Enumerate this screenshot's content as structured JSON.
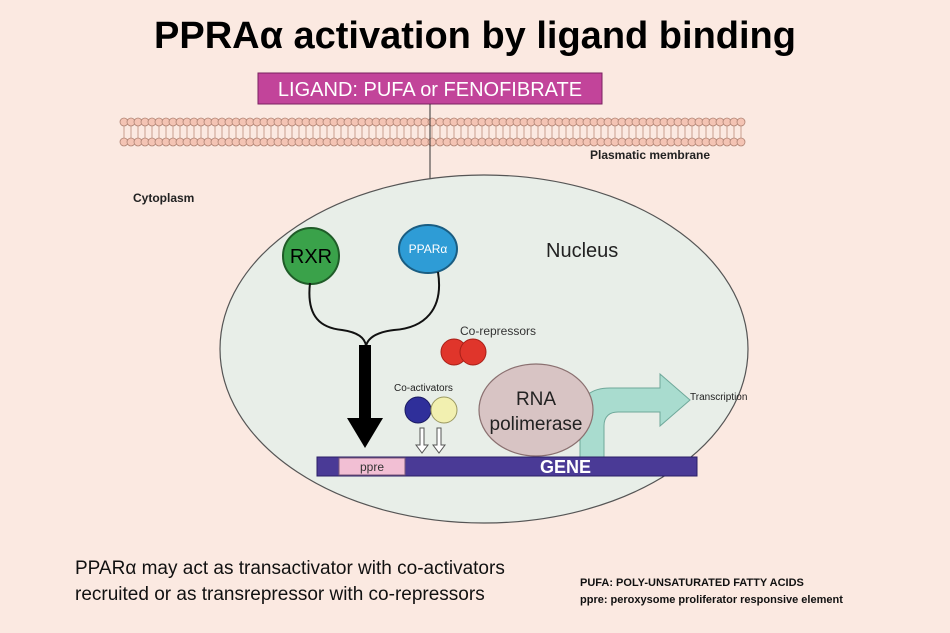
{
  "title": "PPRAα activation by ligand binding",
  "ligand_label": "LIGAND: PUFA or FENOFIBRATE",
  "membrane_label": "Plasmatic membrane",
  "cytoplasm_label": "Cytoplasm",
  "nucleus_label": "Nucleus",
  "rxr_label": "RXR",
  "ppar_label": "PPARα",
  "corepressors_label": "Co-repressors",
  "coactivators_label": "Co-activators",
  "rna_polymerase_label": [
    "RNA",
    "polimerase"
  ],
  "transcription_label": "Transcription",
  "ppre_label": "ppre",
  "gene_label": "GENE",
  "description": [
    "PPARα may act as transactivator with co-activators",
    "recruited or as transrepressor with co-repressors"
  ],
  "footnotes": [
    "PUFA: POLY-UNSATURATED FATTY ACIDS",
    "ppre: peroxysome proliferator responsive element"
  ],
  "colors": {
    "background": "#fbe9e1",
    "ligand_box": "#c2449a",
    "nucleus_fill": "#e8eee8",
    "rxr": "#3aa24a",
    "ppar": "#2e9cd6",
    "corepressor": "#e0352b",
    "coactivator_dark": "#2f2f9a",
    "coactivator_light": "#f2f0b0",
    "rna_polymerase": "#d8c4c4",
    "transcription_arrow": "#a9dccf",
    "gene_bar": "#4a3a96",
    "ppre_box": "#f2bfd4",
    "membrane_head": "#f4c4b4"
  }
}
